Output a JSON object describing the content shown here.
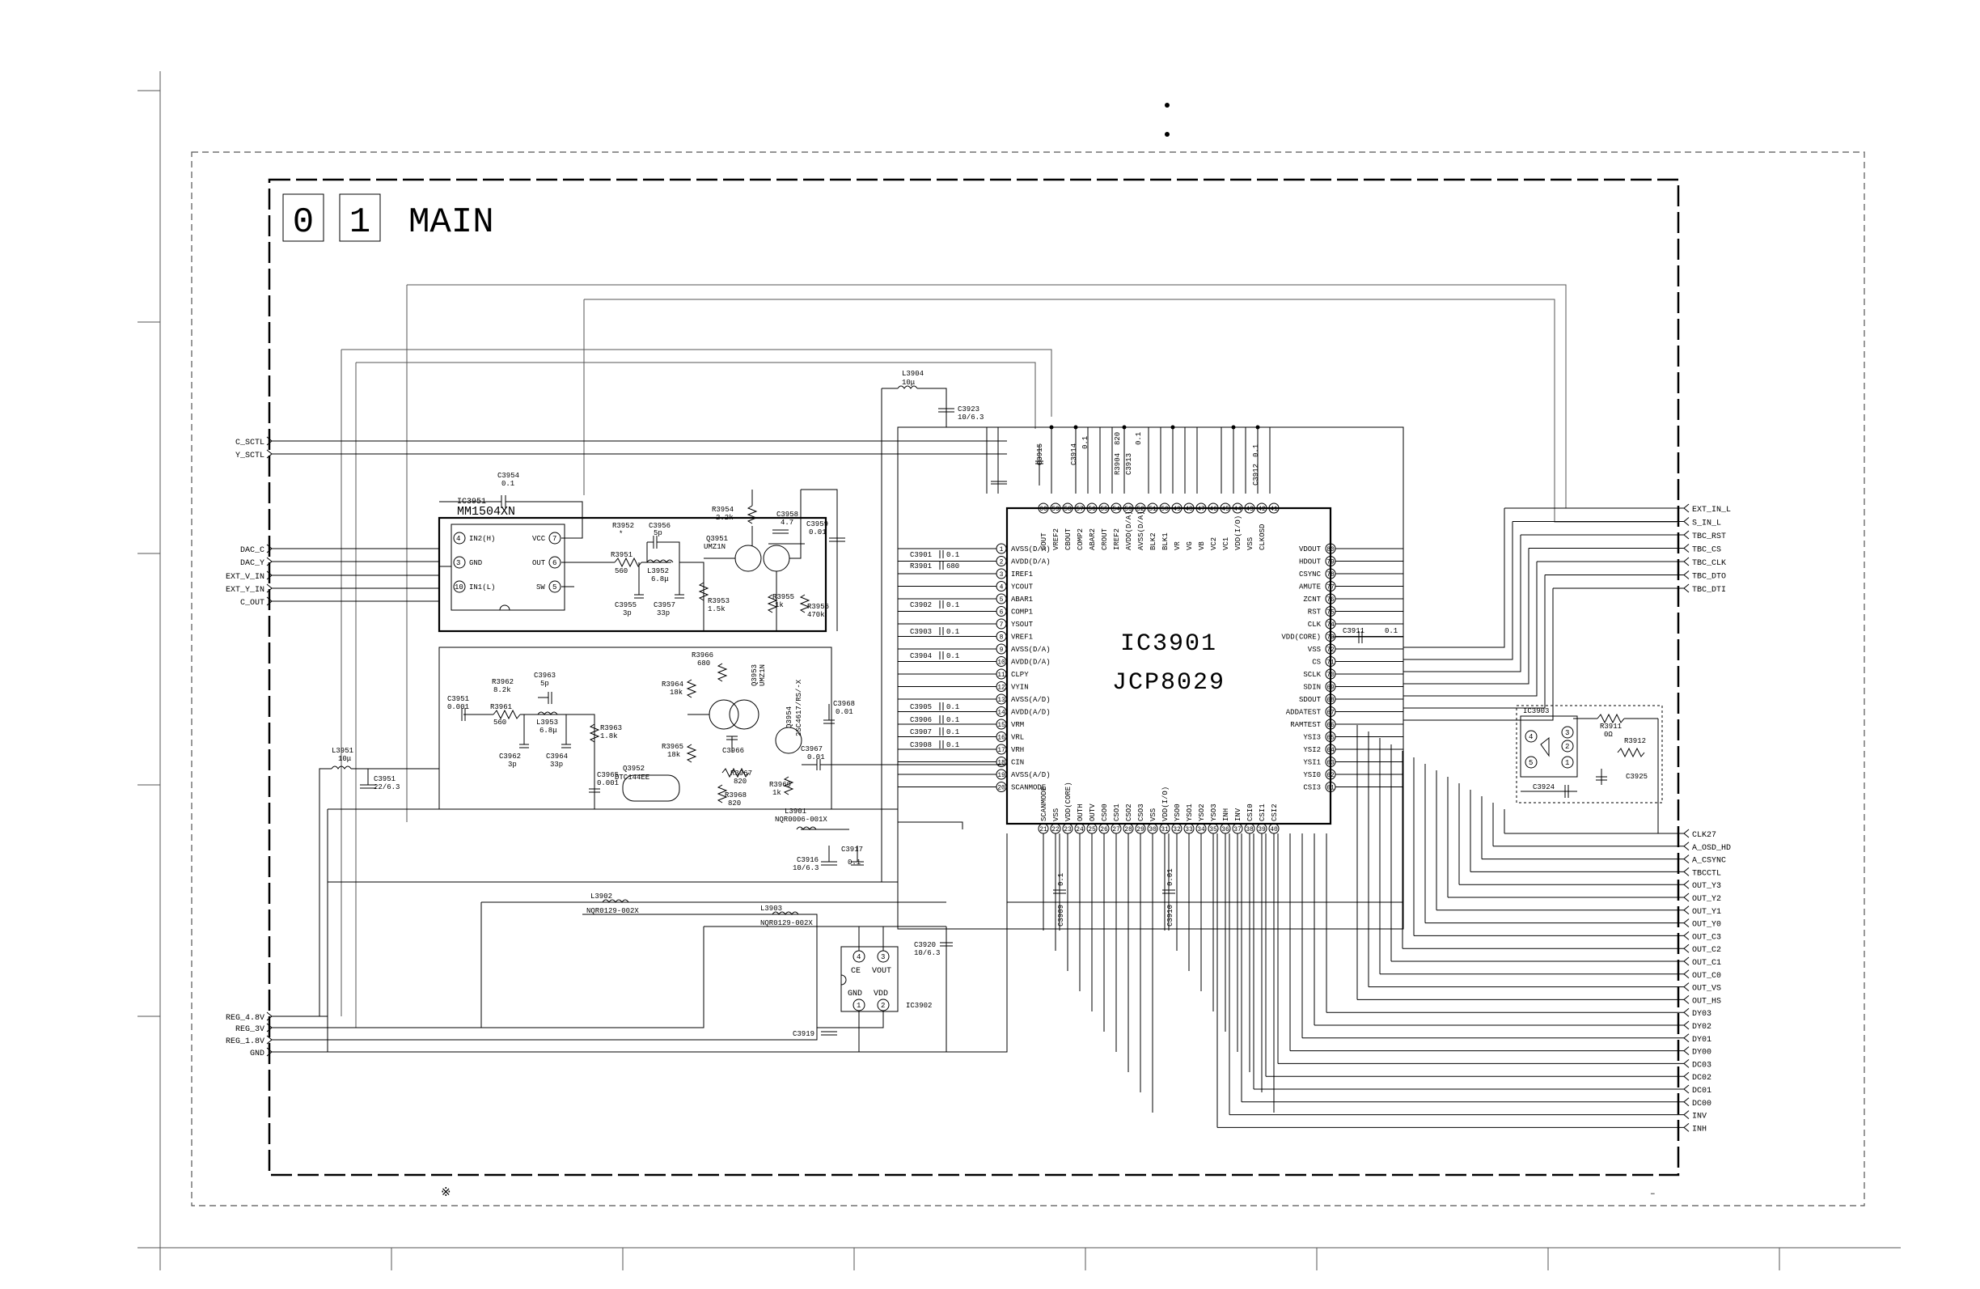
{
  "title": {
    "box1": "0",
    "box2": "1",
    "name": "MAIN"
  },
  "main_ic": {
    "ref": "IC3901",
    "part": "JCP8029"
  },
  "ic3951": {
    "ref": "IC3951",
    "part": "MM1504XN",
    "pins": {
      "p4": "IN2(H)",
      "p3": "GND",
      "p10": "IN1(L)",
      "p7": "VCC",
      "p6": "OUT",
      "p5": "SW"
    }
  },
  "ic3902": {
    "ref": "IC3902",
    "pins": {
      "ce": "CE",
      "vout": "VOUT",
      "gnd": "GND",
      "vdd": "VDD"
    }
  },
  "ic3903": {
    "ref": "IC3903"
  },
  "left_signals": [
    "C_SCTL",
    "Y_SCTL",
    "DAC_C",
    "DAC_Y",
    "EXT_V_IN",
    "EXT_Y_IN",
    "C_OUT"
  ],
  "power_signals": [
    "REG_4.8V",
    "REG_3V",
    "REG_1.8V",
    "GND"
  ],
  "right_top_signals": [
    "EXT_IN_L",
    "S_IN_L",
    "TBC_RST",
    "TBC_CS",
    "TBC_CLK",
    "TBC_DTO",
    "TBC_DTI"
  ],
  "right_bottom_signals": [
    "CLK27",
    "A_OSD_HD",
    "A_CSYNC",
    "TBCCTL",
    "OUT_Y3",
    "OUT_Y2",
    "OUT_Y1",
    "OUT_Y0",
    "OUT_C3",
    "OUT_C2",
    "OUT_C1",
    "OUT_C0",
    "OUT_VS",
    "OUT_HS",
    "DY03",
    "DY02",
    "DY01",
    "DY00",
    "DC03",
    "DC02",
    "DC01",
    "DC00",
    "INV",
    "INH"
  ],
  "ic_left_pins": [
    "AVSS(D/A)",
    "AVDD(D/A)",
    "IREF1",
    "YCOUT",
    "ABAR1",
    "COMP1",
    "YSOUT",
    "VREF1",
    "AVSS(D/A)",
    "AVDD(D/A)",
    "CLPY",
    "VYIN",
    "AVSS(A/D)",
    "AVDD(A/D)",
    "VRM",
    "VRL",
    "VRH",
    "CIN",
    "AVSS(A/D)",
    "SCANMODE"
  ],
  "ic_right_pins": [
    "VDOUT",
    "HDOUT",
    "CSYNC",
    "AMUTE",
    "ZCNT",
    "RST",
    "CLK",
    "VDD(CORE)",
    "VSS",
    "CS",
    "SCLK",
    "SDIN",
    "SDOUT",
    "ADDATEST",
    "RAMTEST",
    "YSI3",
    "YSI2",
    "YSI1",
    "YSI0",
    "CSI3"
  ],
  "ic_top_pins": [
    "COUT",
    "VREF2",
    "CBOUT",
    "COMP2",
    "ABAR2",
    "CROUT",
    "IREF2",
    "AVDD(D/A)",
    "AVSS(D/A)",
    "BLK2",
    "BLK1",
    "VR",
    "VG",
    "VB",
    "VC2",
    "VC1",
    "VDD(I/O)",
    "VSS",
    "CLKOSD"
  ],
  "ic_bottom_pins": [
    "SCANMODE",
    "VSS",
    "VDD(CORE)",
    "OUTH",
    "OUTV",
    "CSO0",
    "CSO1",
    "CSO2",
    "CSO3",
    "VSS",
    "VDD(I/O)",
    "YSO0",
    "YSO1",
    "YSO2",
    "YSO3",
    "INH",
    "INV",
    "CSI0",
    "CSI1",
    "CSI2"
  ],
  "ic_top_numbers": [
    "60",
    "59",
    "58",
    "57",
    "56",
    "55",
    "54",
    "53",
    "52",
    "51",
    "50",
    "49",
    "48",
    "47",
    "46",
    "45",
    "44",
    "43",
    "42",
    "41"
  ],
  "ic_bottom_numbers": [
    "21",
    "22",
    "23",
    "24",
    "25",
    "26",
    "27",
    "28",
    "29",
    "30",
    "31",
    "32",
    "33",
    "34",
    "35",
    "36",
    "37",
    "38",
    "39",
    "40"
  ],
  "ic_left_numbers": [
    "1",
    "2",
    "3",
    "4",
    "5",
    "6",
    "7",
    "8",
    "9",
    "10",
    "11",
    "12",
    "13",
    "14",
    "15",
    "16",
    "17",
    "18",
    "19",
    "20"
  ],
  "ic_right_numbers": [
    "80",
    "79",
    "78",
    "77",
    "76",
    "75",
    "74",
    "73",
    "72",
    "71",
    "70",
    "69",
    "68",
    "67",
    "66",
    "65",
    "64",
    "63",
    "62",
    "61"
  ],
  "components": {
    "c3954": {
      "ref": "C3954",
      "val": "0.1"
    },
    "r3952": {
      "ref": "R3952",
      "val": "*"
    },
    "r3951": {
      "ref": "R3951",
      "val": "560"
    },
    "c3956": {
      "ref": "C3956",
      "val": "5p"
    },
    "l3952": {
      "ref": "L3952",
      "val": "6.8μ"
    },
    "c3955": {
      "ref": "C3955",
      "val": "3p"
    },
    "c3957": {
      "ref": "C3957",
      "val": "33p"
    },
    "r3954": {
      "ref": "R3954",
      "val": "2.2k"
    },
    "q3951": {
      "ref": "Q3951",
      "val": "UMZ1N"
    },
    "c3958": {
      "ref": "C3958",
      "val": "4.7"
    },
    "c3959": {
      "ref": "C3959",
      "val": "0.01"
    },
    "r3953": {
      "ref": "R3953",
      "val": "1.5k"
    },
    "r3955": {
      "ref": "R3955",
      "val": "1k"
    },
    "r3956": {
      "ref": "R3956",
      "val": "470k"
    },
    "c3951b": {
      "ref": "C3951",
      "val": "0.001"
    },
    "r3962": {
      "ref": "R3962",
      "val": "8.2k"
    },
    "r3961": {
      "ref": "R3961",
      "val": "560"
    },
    "c3963": {
      "ref": "C3963",
      "val": "5p"
    },
    "l3953": {
      "ref": "L3953",
      "val": "6.8μ"
    },
    "c3962": {
      "ref": "C3962",
      "val": "3p"
    },
    "c3964": {
      "ref": "C3964",
      "val": "33p"
    },
    "r3963": {
      "ref": "R3963",
      "val": "1.8k"
    },
    "c3965": {
      "ref": "C3965",
      "val": "0.001"
    },
    "q3952": {
      "ref": "Q3952",
      "val": "DTC144EE"
    },
    "r3966": {
      "ref": "R3966",
      "val": "680"
    },
    "r3964": {
      "ref": "R3964",
      "val": "18k"
    },
    "r3965": {
      "ref": "R3965",
      "val": "18k"
    },
    "q3953": {
      "ref": "Q3953",
      "val": "UMZ1N"
    },
    "c3966": {
      "ref": "C3966",
      "val": "*"
    },
    "r3967": {
      "ref": "R3967",
      "val": "820"
    },
    "r3968": {
      "ref": "R3968",
      "val": "820"
    },
    "q3954": {
      "ref": "Q3954",
      "val": "2SC4617/RS/-X"
    },
    "c3968": {
      "ref": "C3968",
      "val": "0.01"
    },
    "c3967": {
      "ref": "C3967",
      "val": "0.01"
    },
    "r3969": {
      "ref": "R3969",
      "val": "1k"
    },
    "l3951": {
      "ref": "L3951",
      "val": "10μ"
    },
    "c3951": {
      "ref": "C3951",
      "val": "22/6.3"
    },
    "l3904": {
      "ref": "L3904",
      "val": "10μ"
    },
    "c3923": {
      "ref": "C3923",
      "val": "10/6.3"
    },
    "c3915": {
      "ref": "C3915",
      "val": ""
    },
    "c3914": {
      "ref": "C3914",
      "val": "0.1"
    },
    "r3904": {
      "ref": "R3904",
      "val": "820"
    },
    "c3913": {
      "ref": "C3913",
      "val": "0.1"
    },
    "c3912": {
      "ref": "C3912",
      "val": "0.1"
    },
    "c3901": {
      "ref": "C3901",
      "val": "0.1"
    },
    "r3901": {
      "ref": "R3901",
      "val": "680"
    },
    "c3902": {
      "ref": "C3902",
      "val": "0.1"
    },
    "c3903": {
      "ref": "C3903",
      "val": "0.1"
    },
    "c3904": {
      "ref": "C3904",
      "val": "0.1"
    },
    "c3905": {
      "ref": "C3905",
      "val": "0.1"
    },
    "c3906": {
      "ref": "C3906",
      "val": "0.1"
    },
    "c3907": {
      "ref": "C3907",
      "val": "0.1"
    },
    "c3908": {
      "ref": "C3908",
      "val": "0.1"
    },
    "c3911": {
      "ref": "C3911",
      "val": "0.1"
    },
    "l3901": {
      "ref": "L3901",
      "val": "NQR0006-001X"
    },
    "c3916": {
      "ref": "C3916",
      "val": "10/6.3"
    },
    "c3917": {
      "ref": "C3917",
      "val": "0.1"
    },
    "c3909": {
      "ref": "C3909",
      "val": "0.1"
    },
    "c3910": {
      "ref": "C3910",
      "val": "0.01"
    },
    "l3902": {
      "ref": "L3902",
      "val": "NQR0129-002X"
    },
    "l3903": {
      "ref": "L3903",
      "val": "NQR0129-002X"
    },
    "c3920": {
      "ref": "C3920",
      "val": "10/6.3"
    },
    "c3919": {
      "ref": "C3919",
      "val": "*"
    },
    "r3911": {
      "ref": "R3911",
      "val": "0Ω"
    },
    "r3912": {
      "ref": "R3912",
      "val": "*"
    },
    "c3924": {
      "ref": "C3924",
      "val": "*"
    },
    "c3925": {
      "ref": "C3925",
      "val": "*"
    }
  },
  "notes": {
    "asterisk_mark": "※",
    "dash_mark": "–"
  }
}
